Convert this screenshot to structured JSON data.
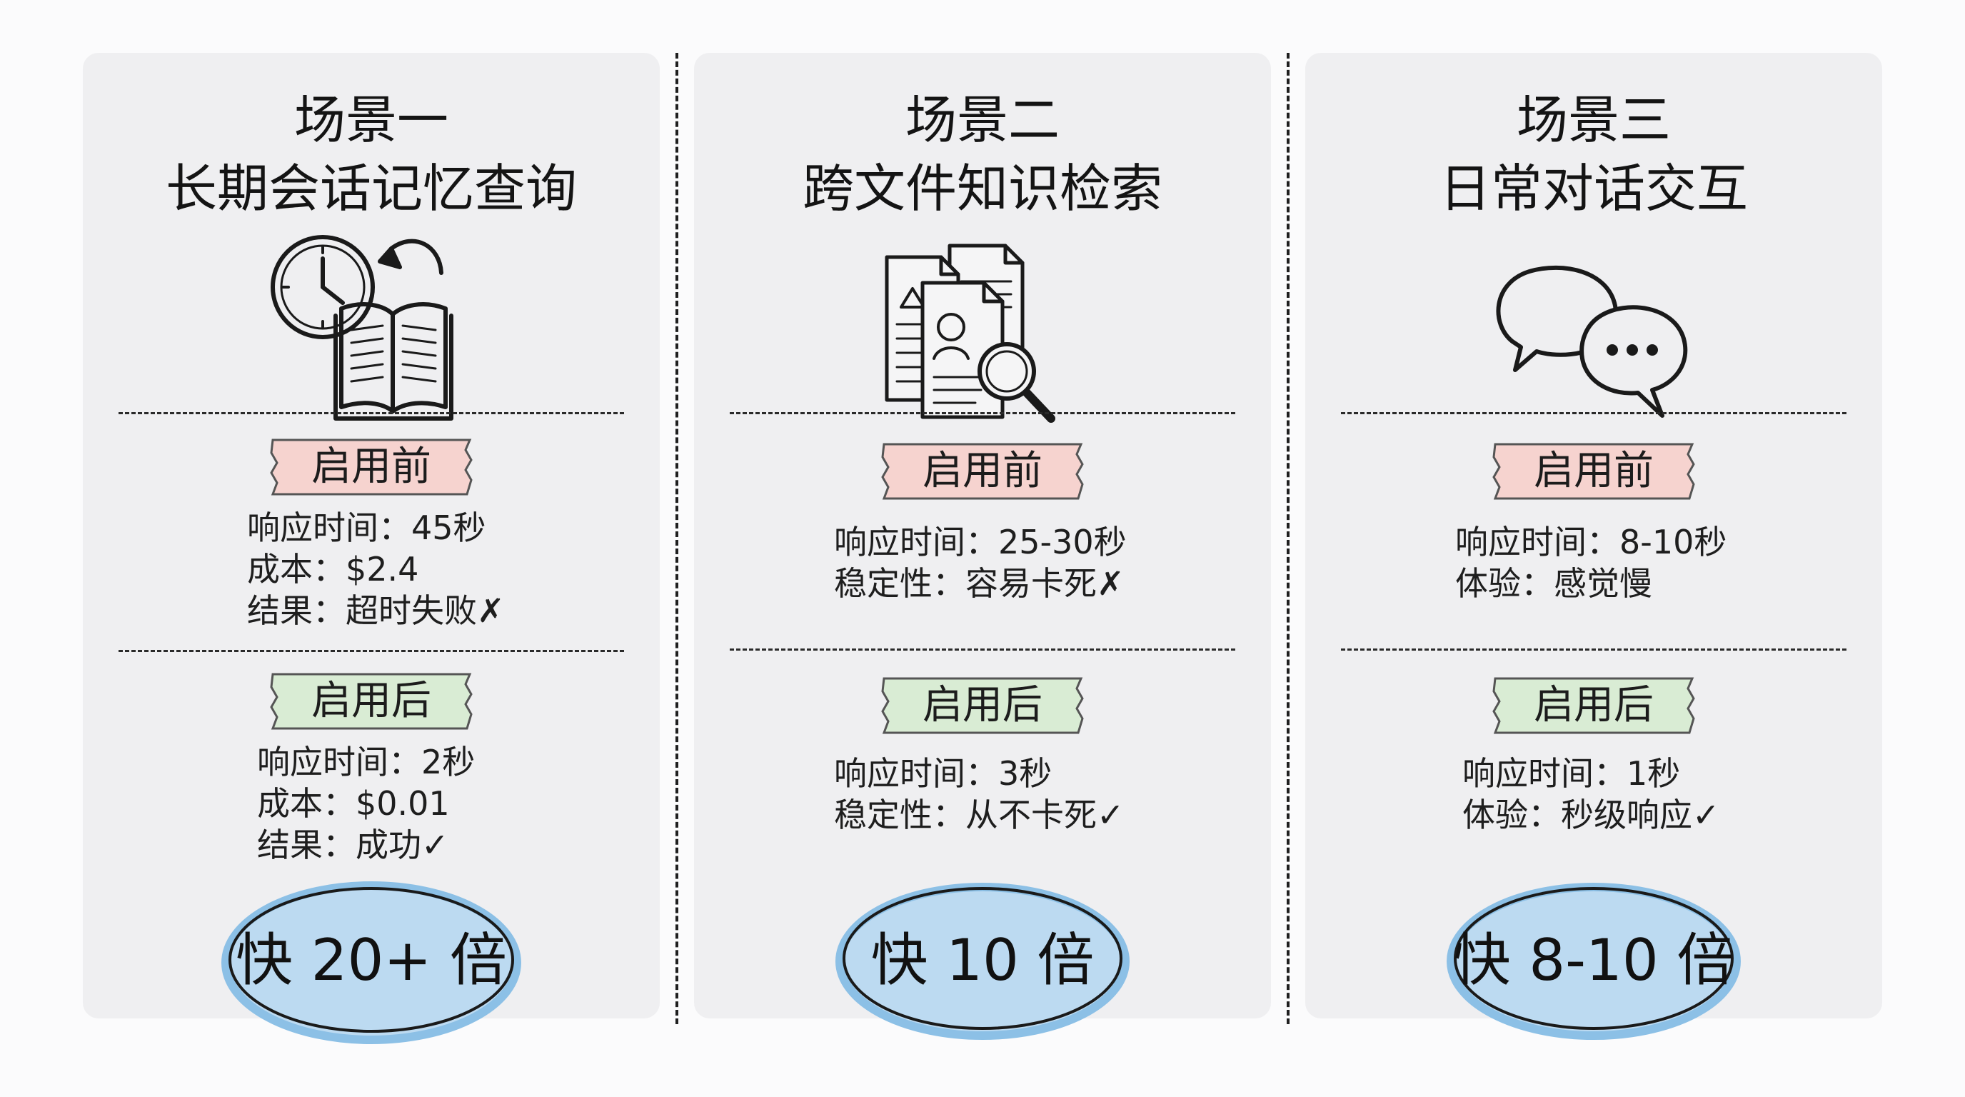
{
  "scenarios": [
    {
      "title": "场景一",
      "subtitle": "长期会话记忆查询",
      "icon": "clock-book-icon",
      "before_label": "启用前",
      "before": [
        "响应时间：45秒",
        "成本：$2.4",
        "结果：超时失败✗"
      ],
      "after_label": "启用后",
      "after": [
        "响应时间：2秒",
        "成本：$0.01",
        "结果：成功✓"
      ],
      "speedup": "快 20+ 倍"
    },
    {
      "title": "场景二",
      "subtitle": "跨文件知识检索",
      "icon": "documents-search-icon",
      "before_label": "启用前",
      "before": [
        "响应时间：25-30秒",
        "稳定性：容易卡死✗"
      ],
      "after_label": "启用后",
      "after": [
        "响应时间：3秒",
        "稳定性：从不卡死✓"
      ],
      "speedup": "快 10 倍"
    },
    {
      "title": "场景三",
      "subtitle": "日常对话交互",
      "icon": "chat-bubbles-icon",
      "before_label": "启用前",
      "before": [
        "响应时间：8-10秒",
        "体验：感觉慢"
      ],
      "after_label": "启用后",
      "after": [
        "响应时间：1秒",
        "体验：秒级响应✓"
      ],
      "speedup": "快 8-10 倍"
    }
  ],
  "colors": {
    "card_bg": "#efeff1",
    "before_tag": "#f6d3cf",
    "after_tag": "#d9ecd4",
    "result_fill": "#bcdaf1",
    "result_stroke": "#8cc0e6"
  }
}
